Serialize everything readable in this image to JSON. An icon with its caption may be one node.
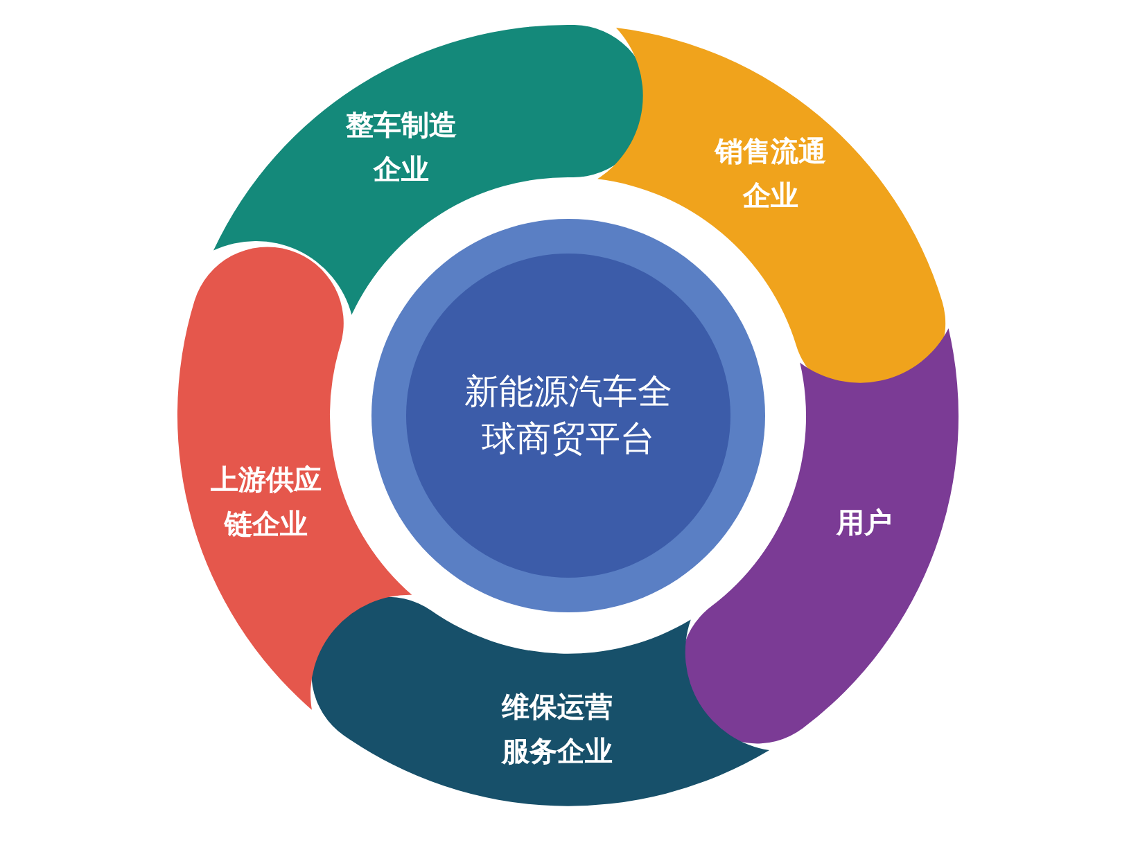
{
  "diagram": {
    "nodes": [
      {
        "text": [
          "新能源汽车全球商贸平台"
        ]
      },
      {
        "text": [
          "整车制造企业"
        ]
      },
      {
        "text": [
          "销售流通企业"
        ]
      },
      {
        "text": [
          "用户"
        ]
      },
      {
        "text": [
          "维保运营服务企业"
        ]
      },
      {
        "text": [
          "上游供应链企业"
        ]
      }
    ]
  }
}
